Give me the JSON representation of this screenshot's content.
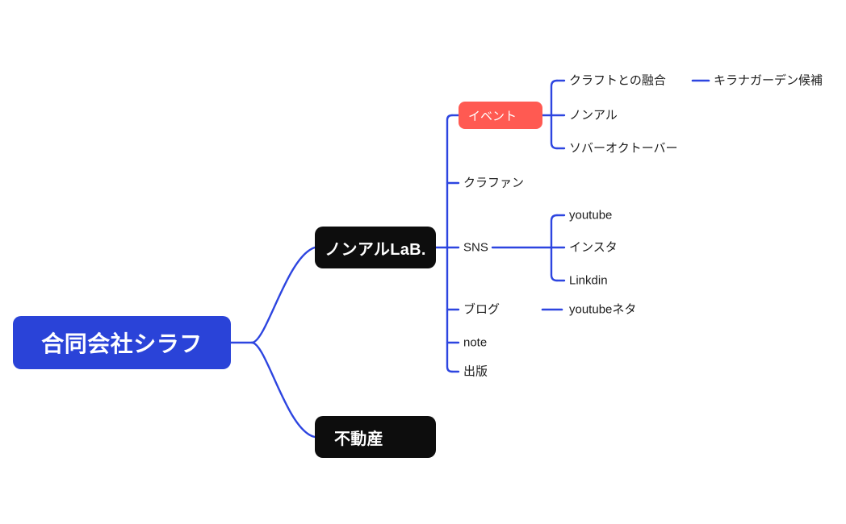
{
  "diagram": {
    "type": "mind-map",
    "title": "合同会社シラフ mind map",
    "colors": {
      "root_fill": "#2a43d8",
      "branch_fill": "#0d0d0d",
      "accent_fill": "#ff5a52",
      "connector": "#2d45e0",
      "text_dark": "#1c1c1c",
      "text_light": "#ffffff",
      "background": "#ffffff"
    }
  },
  "root": {
    "label": "合同会社シラフ"
  },
  "branches": {
    "nonallab": {
      "label": "ノンアルLaB.",
      "children": {
        "event": {
          "label": "イベント",
          "children": [
            {
              "label": "クラフトとの融合",
              "note": "キラナガーデン候補"
            },
            {
              "label": "ノンアル"
            },
            {
              "label": "ソバーオクトーバー"
            }
          ]
        },
        "crowdfunding": {
          "label": "クラファン"
        },
        "sns": {
          "label": "SNS",
          "children": [
            {
              "label": "youtube"
            },
            {
              "label": "インスタ"
            },
            {
              "label": "Linkdin"
            }
          ]
        },
        "blog": {
          "label": "ブログ",
          "note": "youtubeネタ"
        },
        "note_service": {
          "label": "note"
        },
        "publishing": {
          "label": "出版"
        }
      }
    },
    "realestate": {
      "label": "不動産"
    }
  }
}
